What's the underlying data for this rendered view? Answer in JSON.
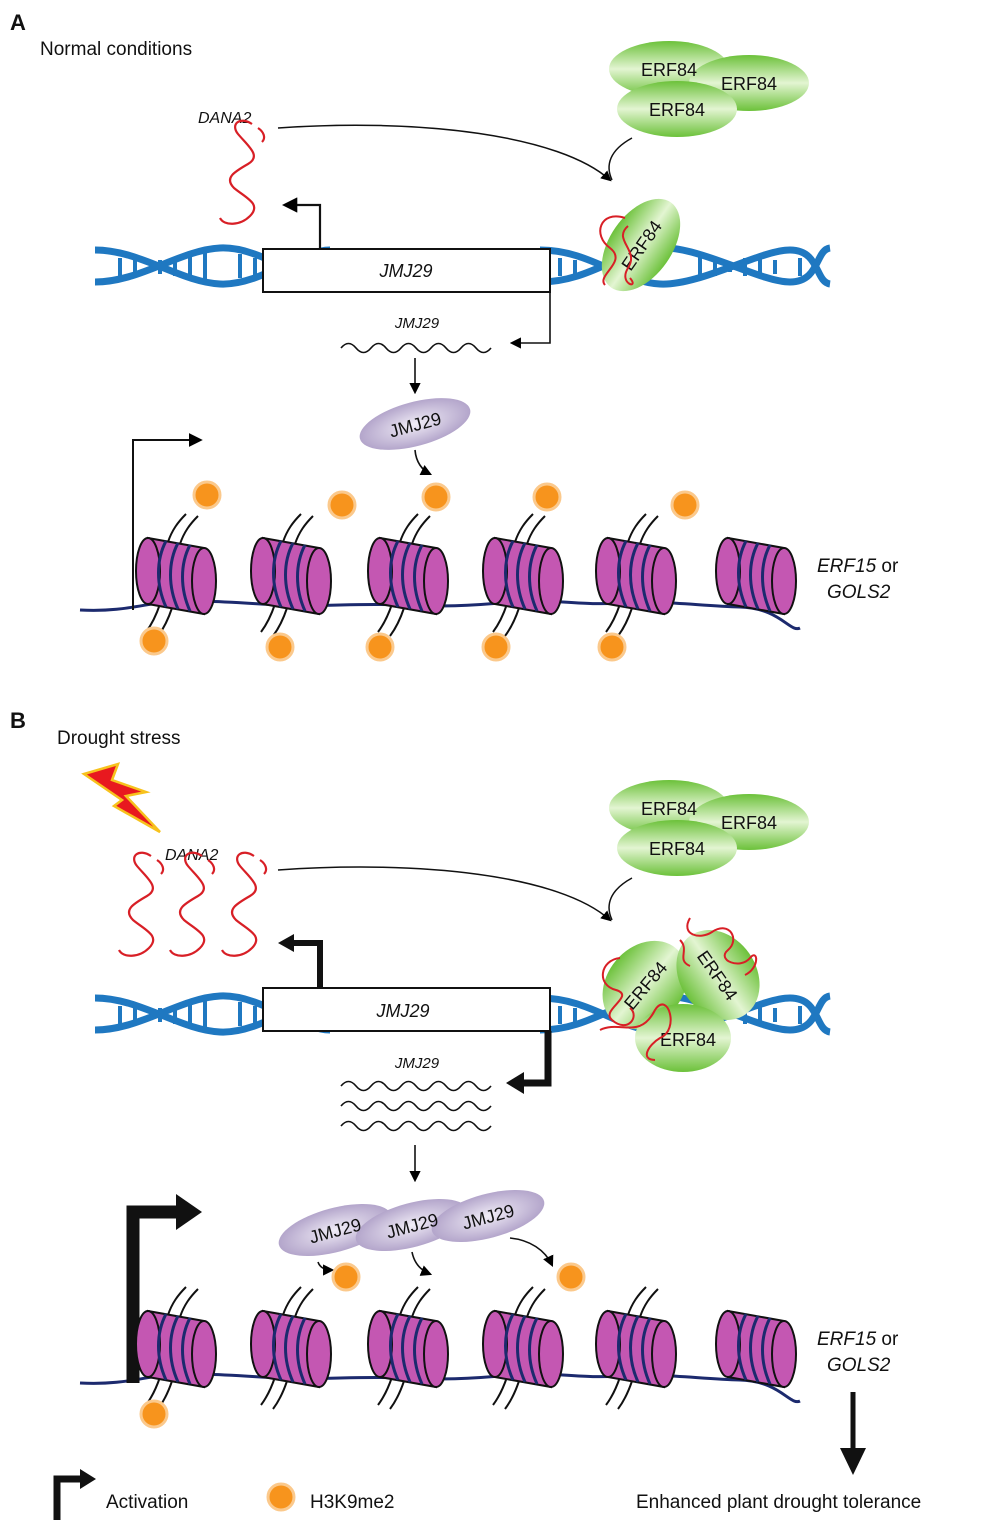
{
  "panel_a": {
    "letter": "A",
    "condition": "Normal conditions",
    "rna_label": "DANA2",
    "tf_label": "ERF84",
    "gene_label": "JMJ29",
    "mrna_label": "JMJ29",
    "protein_label": "JMJ29",
    "target_gene_1": "ERF15",
    "target_or": " or",
    "target_gene_2": "GOLS2"
  },
  "panel_b": {
    "letter": "B",
    "condition": "Drought stress",
    "rna_label": "DANA2",
    "tf_label": "ERF84",
    "gene_label": "JMJ29",
    "mrna_label": "JMJ29",
    "protein_label": "JMJ29",
    "target_gene_1": "ERF15",
    "target_or": " or",
    "target_gene_2": "GOLS2"
  },
  "legend": {
    "activation_label": "Activation",
    "mark_label": "H3K9me2",
    "outcome_label": "Enhanced plant drought tolerance"
  },
  "colors": {
    "dna_helix": "#1f78c1",
    "tf_green": "#8fd34f",
    "rna_red": "#d81f26",
    "protein_lavender": "#b6a8cc",
    "nucleosome_magenta": "#c457b2",
    "histone_mark_orange": "#f7941d",
    "lightning": "#e8191f"
  }
}
